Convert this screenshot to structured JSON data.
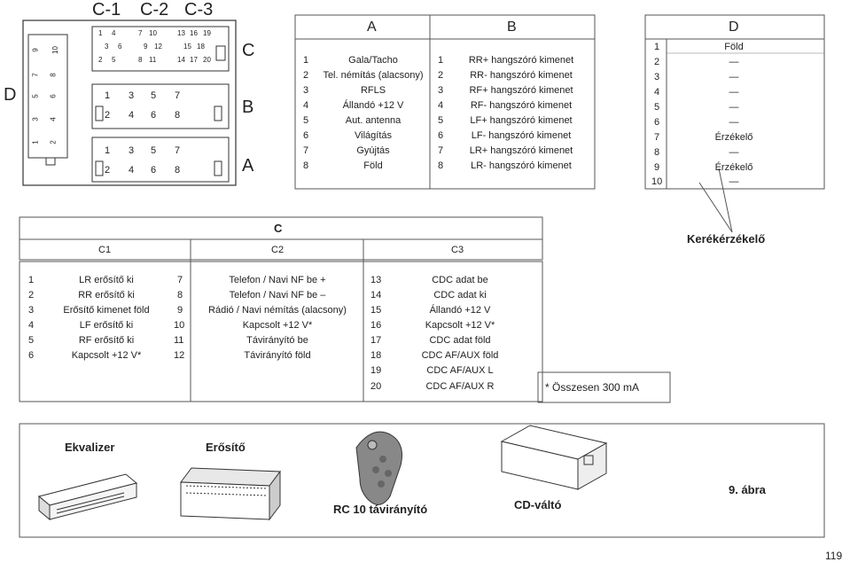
{
  "connector": {
    "top_labels": [
      "C-1",
      "C-2",
      "C-3"
    ],
    "side_labels": [
      "C",
      "B",
      "A"
    ],
    "left_label": "D",
    "c_pins": [
      "1",
      "4",
      "7",
      "10",
      "13",
      "16",
      "19",
      "3",
      "6",
      "9",
      "12",
      "15",
      "18",
      "2",
      "5",
      "8",
      "11",
      "14",
      "17",
      "20"
    ],
    "d_pins": [
      "9",
      "10",
      "7",
      "8",
      "5",
      "6",
      "3",
      "4",
      "1",
      "2"
    ],
    "b_pins": [
      "1",
      "3",
      "5",
      "7",
      "2",
      "4",
      "6",
      "8"
    ],
    "a_pins": [
      "1",
      "3",
      "5",
      "7",
      "2",
      "4",
      "6",
      "8"
    ]
  },
  "table_a": {
    "header": "A",
    "nums": [
      "1",
      "2",
      "3",
      "4",
      "5",
      "6",
      "7",
      "8"
    ],
    "labels": [
      "Gala/Tacho",
      "Tel. némítás (alacsony)",
      "RFLS",
      "Állandó +12 V",
      "Aut. antenna",
      "Világítás",
      "Gyújtás",
      "Föld"
    ]
  },
  "table_b": {
    "header": "B",
    "nums": [
      "1",
      "2",
      "3",
      "4",
      "5",
      "6",
      "7",
      "8"
    ],
    "labels": [
      "RR+ hangszóró kimenet",
      "RR- hangszóró kimenet",
      "RF+ hangszóró kimenet",
      "RF- hangszóró kimenet",
      "LF+ hangszóró kimenet",
      "LF- hangszóró kimenet",
      "LR+ hangszóró kimenet",
      "LR- hangszóró kimenet"
    ]
  },
  "table_d": {
    "header": "D",
    "nums": [
      "1",
      "2",
      "3",
      "4",
      "5",
      "6",
      "7",
      "8",
      "9",
      "10"
    ],
    "labels": [
      "Föld",
      "—",
      "—",
      "—",
      "—",
      "—",
      "Érzékelő",
      "—",
      "Érzékelő",
      "—"
    ]
  },
  "wheel_sensor": "Kerékérzékelő",
  "table_c": {
    "header": "C",
    "sub_headers": [
      "C1",
      "C2",
      "C3"
    ],
    "c1_nums": [
      "1",
      "2",
      "3",
      "4",
      "5",
      "6"
    ],
    "c1_labels": [
      "LR erősítő ki",
      "RR erősítő ki",
      "Erősítő kimenet föld",
      "LF erősítő ki",
      "RF erősítő ki",
      "Kapcsolt +12 V*"
    ],
    "c2_nums": [
      "7",
      "8",
      "9",
      "10",
      "11",
      "12"
    ],
    "c2_labels": [
      "Telefon / Navi NF be +",
      "Telefon / Navi NF be –",
      "Rádió / Navi némítás (alacsony)",
      "Kapcsolt +12 V*",
      "Távirányító be",
      "Távirányító föld"
    ],
    "c3_nums": [
      "13",
      "14",
      "15",
      "16",
      "17",
      "18",
      "19",
      "20"
    ],
    "c3_labels": [
      "CDC adat be",
      "CDC adat ki",
      "Állandó +12 V",
      "Kapcsolt +12 V*",
      "CDC adat föld",
      "CDC AF/AUX föld",
      "CDC AF/AUX L",
      "CDC AF/AUX R"
    ]
  },
  "note": "* Összesen 300 mA",
  "devices": {
    "equalizer": "Ekvalizer",
    "amplifier": "Erősítő",
    "remote": "RC 10 távirányító",
    "cd_changer": "CD-váltó",
    "figure": "9. ábra"
  },
  "page_number": "119"
}
